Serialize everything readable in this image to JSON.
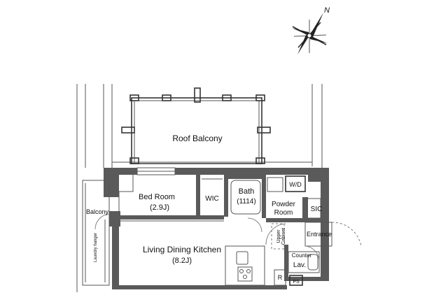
{
  "rooms": {
    "roof_balcony": "Roof Balcony",
    "bed_room": "Bed Room",
    "bed_room_size": "(2.9J)",
    "wic": "WIC",
    "bath": "Bath",
    "bath_size": "(1114)",
    "wd": "W/D",
    "powder_room_1": "Powder",
    "powder_room_2": "Room",
    "sic": "SIC",
    "balcony": "Balcony",
    "laundry_hanger": "Laundry hanger",
    "upper_cabinet_1": "Upper",
    "upper_cabinet_2": "Cabinet",
    "entrance": "Entrance",
    "counter": "Counter",
    "lav": "Lav.",
    "living_1": "Living Dining Kitchen",
    "living_2": "(8.2J)",
    "r": "R",
    "ps": "PS"
  },
  "compass": {
    "label": "N"
  },
  "colors": {
    "wall": "#5a5a5a",
    "line": "#333333",
    "background": "#ffffff"
  }
}
